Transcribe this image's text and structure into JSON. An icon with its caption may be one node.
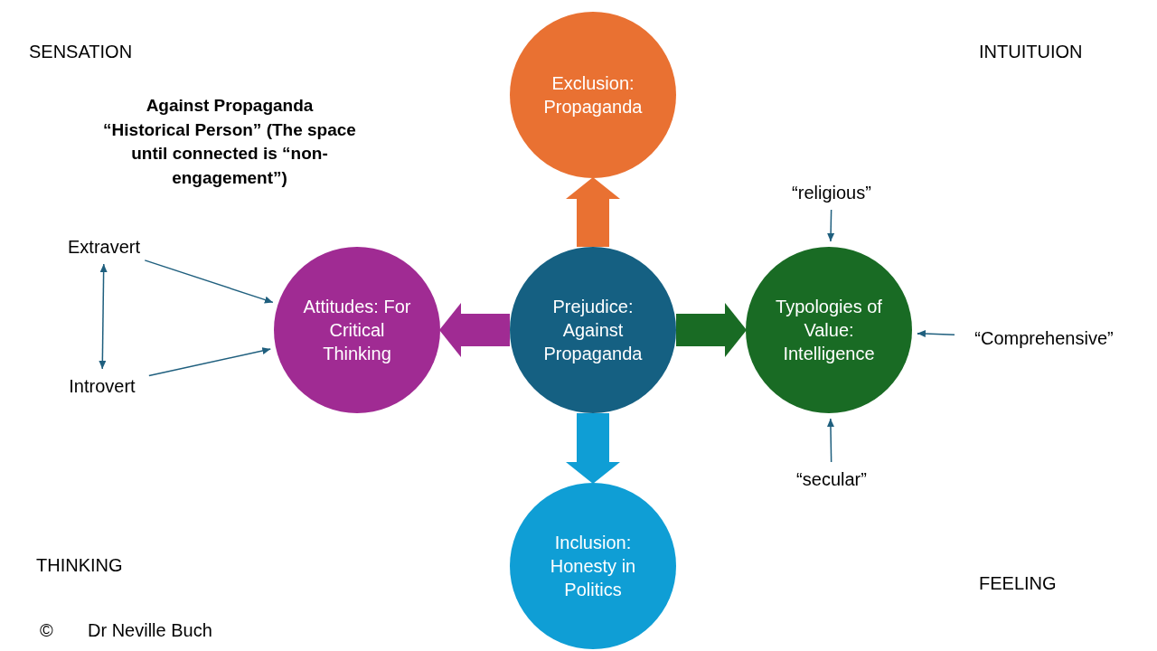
{
  "diagram": {
    "nodes": [
      {
        "text": [
          "Exclusion: Propaganda"
        ]
      },
      {
        "text": [
          "Attitudes: For Critical Thinking"
        ]
      },
      {
        "text": [
          "Prejudice: Against Propaganda"
        ]
      },
      {
        "text": [
          "Typologies of Value: Intelligence"
        ]
      },
      {
        "text": [
          "Inclusion: Honesty in Politics"
        ]
      },
      {
        "text": [
          "Extravert"
        ]
      },
      {
        "text": [
          "Introvert"
        ]
      },
      {
        "text": [
          "“religious”"
        ]
      },
      {
        "text": [
          "“Comprehensive”"
        ]
      },
      {
        "text": [
          "“secular”"
        ]
      }
    ],
    "edges": [
      {
        "from": 2,
        "to": 0,
        "arrow": "to",
        "style": "thick",
        "color": "#e97132"
      },
      {
        "from": 2,
        "to": 1,
        "arrow": "to",
        "style": "thick",
        "color": "#a02b93"
      },
      {
        "from": 2,
        "to": 3,
        "arrow": "to",
        "style": "thick",
        "color": "#196b24"
      },
      {
        "from": 2,
        "to": 4,
        "arrow": "to",
        "style": "thick",
        "color": "#0f9ed5"
      },
      {
        "from": 5,
        "to": 1,
        "arrow": "to"
      },
      {
        "from": 6,
        "to": 1,
        "arrow": "to"
      },
      {
        "from": 5,
        "to": 6,
        "arrow": "both"
      },
      {
        "from": 7,
        "to": 3,
        "arrow": "to"
      },
      {
        "from": 8,
        "to": 3,
        "arrow": "to"
      },
      {
        "from": 9,
        "to": 3,
        "arrow": "to"
      }
    ],
    "labels": [
      "SENSATION",
      "INTUITUION",
      "Against Propaganda “Historical Person” (The space until connected is “non-engagement”)",
      "THINKING",
      "FEELING",
      "©",
      "Dr Neville Buch"
    ]
  }
}
